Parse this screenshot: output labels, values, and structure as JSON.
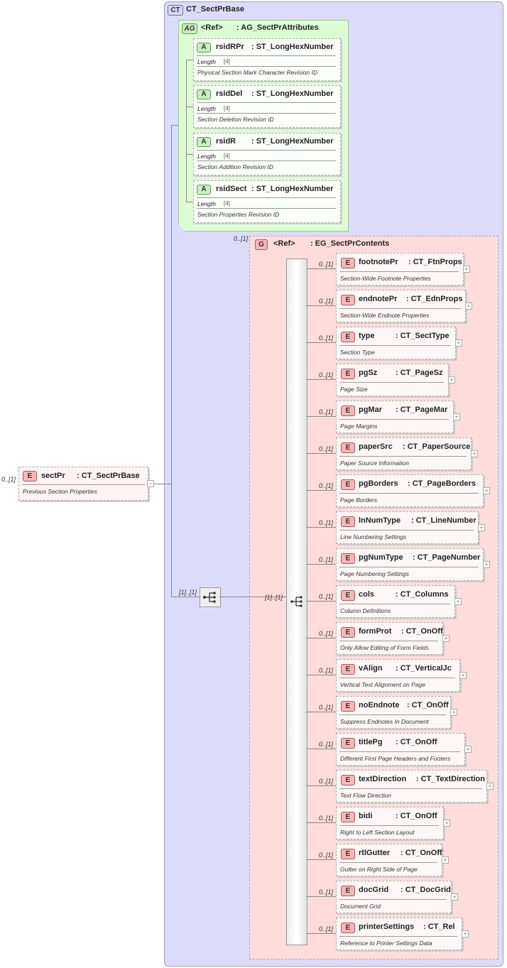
{
  "root": {
    "occurrence": "0..[1]",
    "badge": "E",
    "name": "sectPr",
    "type": ": CT_SectPrBase",
    "doc": "Previous Section Properties",
    "collapse": "−"
  },
  "complex_type": {
    "badge": "CT",
    "name": "CT_SectPrBase"
  },
  "attribute_group": {
    "badge": "AG",
    "ref": "<Ref>",
    "name": ": AG_SectPrAttributes",
    "attributes": [
      {
        "badge": "A",
        "name": "rsidRPr",
        "type": ": ST_LongHexNumber",
        "facet": "Length",
        "facet_value": "[4]",
        "doc": "Physical Section Mark Character Revision ID"
      },
      {
        "badge": "A",
        "name": "rsidDel",
        "type": ": ST_LongHexNumber",
        "facet": "Length",
        "facet_value": "[4]",
        "doc": "Section Deletion Revision ID"
      },
      {
        "badge": "A",
        "name": "rsidR",
        "type": ": ST_LongHexNumber",
        "facet": "Length",
        "facet_value": "[4]",
        "doc": "Section Addition Revision ID"
      },
      {
        "badge": "A",
        "name": "rsidSect",
        "type": ": ST_LongHexNumber",
        "facet": "Length",
        "facet_value": "[4]",
        "doc": "Section Properties Revision ID"
      }
    ]
  },
  "sequence": {
    "occurrence": "[1]..[1]"
  },
  "group": {
    "occurrence": "0..[1]",
    "badge": "G",
    "ref": "<Ref>",
    "name": ": EG_SectPrContents",
    "sequence_occurrence": "[1]..[1]",
    "elements": [
      {
        "occ": "0..[1]",
        "badge": "E",
        "name": "footnotePr",
        "type": ": CT_FtnProps",
        "doc": "Section-Wide Footnote Properties",
        "plus": "+"
      },
      {
        "occ": "0..[1]",
        "badge": "E",
        "name": "endnotePr",
        "type": ": CT_EdnProps",
        "doc": "Section-Wide Endnote Properties",
        "plus": "+"
      },
      {
        "occ": "0..[1]",
        "badge": "E",
        "name": "type",
        "type": ": CT_SectType",
        "doc": "Section Type",
        "plus": "+"
      },
      {
        "occ": "0..[1]",
        "badge": "E",
        "name": "pgSz",
        "type": ": CT_PageSz",
        "doc": "Page Size",
        "plus": "+"
      },
      {
        "occ": "0..[1]",
        "badge": "E",
        "name": "pgMar",
        "type": ": CT_PageMar",
        "doc": "Page Margins",
        "plus": "+"
      },
      {
        "occ": "0..[1]",
        "badge": "E",
        "name": "paperSrc",
        "type": ": CT_PaperSource",
        "doc": "Paper Source Information",
        "plus": "+"
      },
      {
        "occ": "0..[1]",
        "badge": "E",
        "name": "pgBorders",
        "type": ": CT_PageBorders",
        "doc": "Page Borders",
        "plus": "+"
      },
      {
        "occ": "0..[1]",
        "badge": "E",
        "name": "lnNumType",
        "type": ": CT_LineNumber",
        "doc": "Line Numbering Settings",
        "plus": "+"
      },
      {
        "occ": "0..[1]",
        "badge": "E",
        "name": "pgNumType",
        "type": ": CT_PageNumber",
        "doc": "Page Numbering Settings",
        "plus": "+"
      },
      {
        "occ": "0..[1]",
        "badge": "E",
        "name": "cols",
        "type": ": CT_Columns",
        "doc": "Column Definitions",
        "plus": "+"
      },
      {
        "occ": "0..[1]",
        "badge": "E",
        "name": "formProt",
        "type": ": CT_OnOff",
        "doc": "Only Allow Editing of Form Fields",
        "plus": "+"
      },
      {
        "occ": "0..[1]",
        "badge": "E",
        "name": "vAlign",
        "type": ": CT_VerticalJc",
        "doc": "Vertical Text Alignment on Page",
        "plus": "+"
      },
      {
        "occ": "0..[1]",
        "badge": "E",
        "name": "noEndnote",
        "type": ": CT_OnOff",
        "doc": "Suppress Endnotes In Document",
        "plus": "+"
      },
      {
        "occ": "0..[1]",
        "badge": "E",
        "name": "titlePg",
        "type": ": CT_OnOff",
        "doc": "Different First Page Headers and Footers",
        "plus": "+"
      },
      {
        "occ": "0..[1]",
        "badge": "E",
        "name": "textDirection",
        "type": ": CT_TextDirection",
        "doc": "Text Flow Direction",
        "plus": "+"
      },
      {
        "occ": "0..[1]",
        "badge": "E",
        "name": "bidi",
        "type": ": CT_OnOff",
        "doc": "Right to Left Section Layout",
        "plus": "+"
      },
      {
        "occ": "0..[1]",
        "badge": "E",
        "name": "rtlGutter",
        "type": ": CT_OnOff",
        "doc": "Gutter on Right Side of Page",
        "plus": "+"
      },
      {
        "occ": "0..[1]",
        "badge": "E",
        "name": "docGrid",
        "type": ": CT_DocGrid",
        "doc": "Document Grid",
        "plus": "+"
      },
      {
        "occ": "0..[1]",
        "badge": "E",
        "name": "printerSettings",
        "type": ": CT_Rel",
        "doc": "Reference to Printer Settings Data",
        "plus": "+"
      }
    ]
  },
  "colors": {
    "ct_background": "#dcdcfa",
    "ag_background": "#dcfcd4",
    "group_background": "#ffdcdc",
    "element_badge": "#f6b6b6",
    "attribute_badge": "#c6efc0"
  }
}
